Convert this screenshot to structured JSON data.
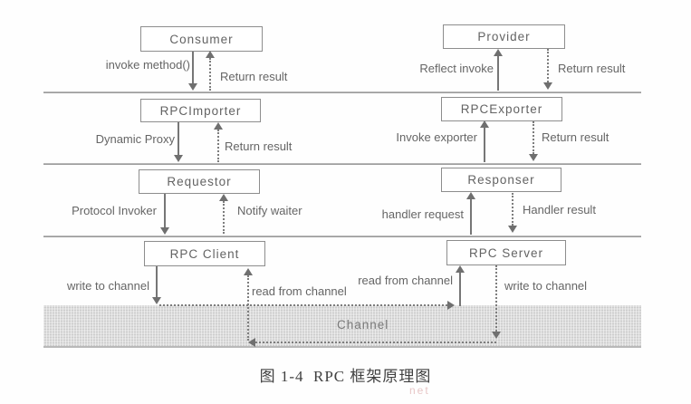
{
  "figure": {
    "caption": "图 1-4  RPC 框架原理图",
    "watermark": "net"
  },
  "boxes": {
    "consumer": "Consumer",
    "provider": "Provider",
    "rpc_importer": "RPCImporter",
    "rpc_exporter": "RPCExporter",
    "requestor": "Requestor",
    "responser": "Responser",
    "rpc_client": "RPC Client",
    "rpc_server": "RPC Server"
  },
  "labels": {
    "invoke_method": "invoke method()",
    "consumer_return": "Return result",
    "reflect_invoke": "Reflect invoke",
    "provider_return": "Return result",
    "dynamic_proxy": "Dynamic Proxy",
    "importer_return": "Return result",
    "invoke_exporter": "Invoke exporter",
    "exporter_return": "Return result",
    "protocol_invoker": "Protocol Invoker",
    "notify_waiter": "Notify waiter",
    "handler_request": "handler request",
    "handler_result": "Handler result",
    "client_write": "write to channel",
    "client_read": "read from channel",
    "server_read": "read from channel",
    "server_write": "write to channel",
    "channel": "Channel"
  },
  "colors": {
    "arrow_line": "#7d7d7d",
    "box_border": "#8d8d8d",
    "label_text": "#656565",
    "channel_fill": "#dcdcdc",
    "background": "#fefefe"
  }
}
